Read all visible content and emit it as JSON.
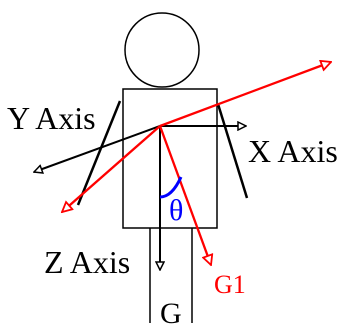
{
  "labels": {
    "y_axis": "Y Axis",
    "x_axis": "X Axis",
    "z_axis": "Z Axis",
    "theta": "θ",
    "g": "G",
    "g1": "G1"
  },
  "colors": {
    "outline": "#000000",
    "red_vector": "#ff0000",
    "theta": "#0000ff",
    "background": "#ffffff"
  }
}
